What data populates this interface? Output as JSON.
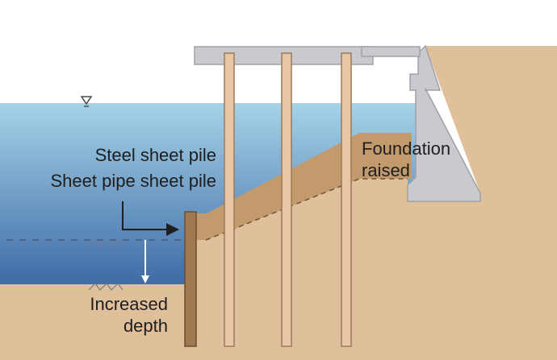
{
  "labels": {
    "steel_sheet_pile": "Steel sheet pile",
    "sheet_pipe_sheet_pile": "Sheet pipe sheet pile",
    "foundation_line1": "Foundation",
    "foundation_line2": "raised",
    "depth_line1": "Increased",
    "depth_line2": "depth"
  },
  "colors": {
    "water_top": "#a6d3e8",
    "water_bottom": "#3e6aa6",
    "soil": "#dfc09b",
    "raised_foundation": "#c39a6b",
    "concrete": "#c9cacf",
    "pile": "#e9c6a3",
    "sheet_pile": "#a07852"
  },
  "icons": [
    "water-level-icon",
    "seabed-hatch-icon"
  ]
}
